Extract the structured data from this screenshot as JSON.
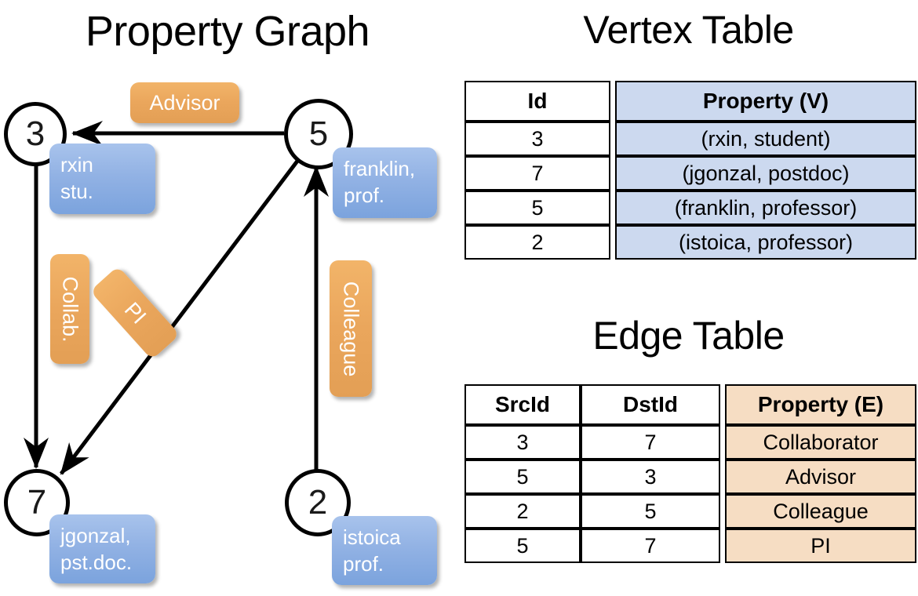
{
  "titles": {
    "graph": "Property Graph",
    "vertex_table": "Vertex Table",
    "edge_table": "Edge Table"
  },
  "graph": {
    "nodes": [
      {
        "id": "3",
        "property": "rxin\nstu."
      },
      {
        "id": "5",
        "property": "franklin,\nprof."
      },
      {
        "id": "7",
        "property": "jgonzal,\npst.doc."
      },
      {
        "id": "2",
        "property": "istoica\nprof."
      }
    ],
    "node_labels": {
      "n3": "3",
      "n5": "5",
      "n7": "7",
      "n2": "2"
    },
    "property_boxes": {
      "rxin_line1": "rxin",
      "rxin_line2": "stu.",
      "franklin_line1": "franklin,",
      "franklin_line2": "prof.",
      "jgonzal_line1": "jgonzal,",
      "jgonzal_line2": "pst.doc.",
      "istoica_line1": "istoica",
      "istoica_line2": "prof."
    },
    "edge_labels": {
      "advisor": "Advisor",
      "collab": "Collab.",
      "pi": "PI",
      "colleague": "Colleague"
    },
    "edges": [
      {
        "from": "5",
        "to": "3",
        "label": "Advisor"
      },
      {
        "from": "3",
        "to": "7",
        "label": "Collab."
      },
      {
        "from": "5",
        "to": "7",
        "label": "PI"
      },
      {
        "from": "2",
        "to": "5",
        "label": "Colleague"
      }
    ]
  },
  "vertex_table": {
    "headers": [
      "Id",
      "Property (V)"
    ],
    "rows": [
      {
        "id": "3",
        "property": "(rxin, student)"
      },
      {
        "id": "7",
        "property": "(jgonzal, postdoc)"
      },
      {
        "id": "5",
        "property": "(franklin, professor)"
      },
      {
        "id": "2",
        "property": "(istoica, professor)"
      }
    ]
  },
  "edge_table": {
    "headers": [
      "SrcId",
      "DstId",
      "Property (E)"
    ],
    "rows": [
      {
        "src": "3",
        "dst": "7",
        "property": "Collaborator"
      },
      {
        "src": "5",
        "dst": "3",
        "property": "Advisor"
      },
      {
        "src": "2",
        "dst": "5",
        "property": "Colleague"
      },
      {
        "src": "5",
        "dst": "7",
        "property": "PI"
      }
    ]
  },
  "colors": {
    "vertex_property_fill": "#ccd9ef",
    "edge_property_fill": "#f6ddc3",
    "node_property_box": "#8cb0e0",
    "edge_label_box": "#eaa65c",
    "stroke": "#000000",
    "background": "#ffffff"
  }
}
